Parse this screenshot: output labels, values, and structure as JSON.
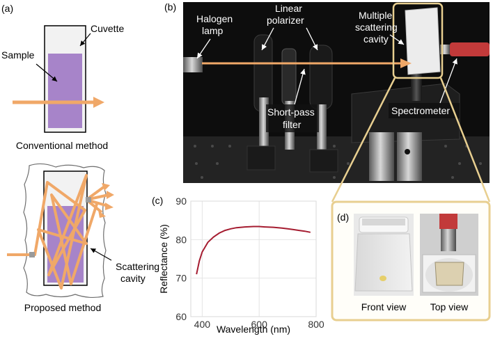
{
  "panels": {
    "a": "(a)",
    "b": "(b)",
    "c": "(c)",
    "d": "(d)"
  },
  "panel_a": {
    "cuvette_label": "Cuvette",
    "sample_label": "Sample",
    "conventional_caption": "Conventional method",
    "scattering_label_line1": "Scattering",
    "scattering_label_line2": "cavity",
    "proposed_caption": "Proposed method"
  },
  "panel_b": {
    "halogen_line1": "Halogen",
    "halogen_line2": "lamp",
    "polarizer_line1": "Linear",
    "polarizer_line2": "polarizer",
    "cavity_line1": "Multiple",
    "cavity_line2": "scattering",
    "cavity_line3": "cavity",
    "filter_line1": "Short-pass",
    "filter_line2": "filter",
    "spectrometer_label": "Spectrometer"
  },
  "panel_d": {
    "front_caption": "Front view",
    "top_caption": "Top view"
  },
  "colors": {
    "beam": "#f0a868",
    "sample": "#a784c9",
    "curve": "#a51c30",
    "frame": "#e8cf90"
  },
  "chart_data": {
    "type": "line",
    "xlabel": "Wavelength (nm)",
    "ylabel": "Reflectance (%)",
    "xlim": [
      360,
      800
    ],
    "ylim": [
      60,
      90
    ],
    "xticks": [
      400,
      600,
      800
    ],
    "yticks": [
      60,
      70,
      80,
      90
    ],
    "grid": true,
    "series": [
      {
        "x": [
          380,
          390,
          400,
          420,
          440,
          460,
          480,
          500,
          520,
          550,
          580,
          600,
          620,
          650,
          680,
          700,
          720,
          740,
          760,
          780
        ],
        "y": [
          71.0,
          74.5,
          76.8,
          79.3,
          80.7,
          81.7,
          82.4,
          82.8,
          83.1,
          83.3,
          83.4,
          83.4,
          83.3,
          83.2,
          83.0,
          82.8,
          82.6,
          82.4,
          82.2,
          81.9
        ]
      }
    ]
  }
}
